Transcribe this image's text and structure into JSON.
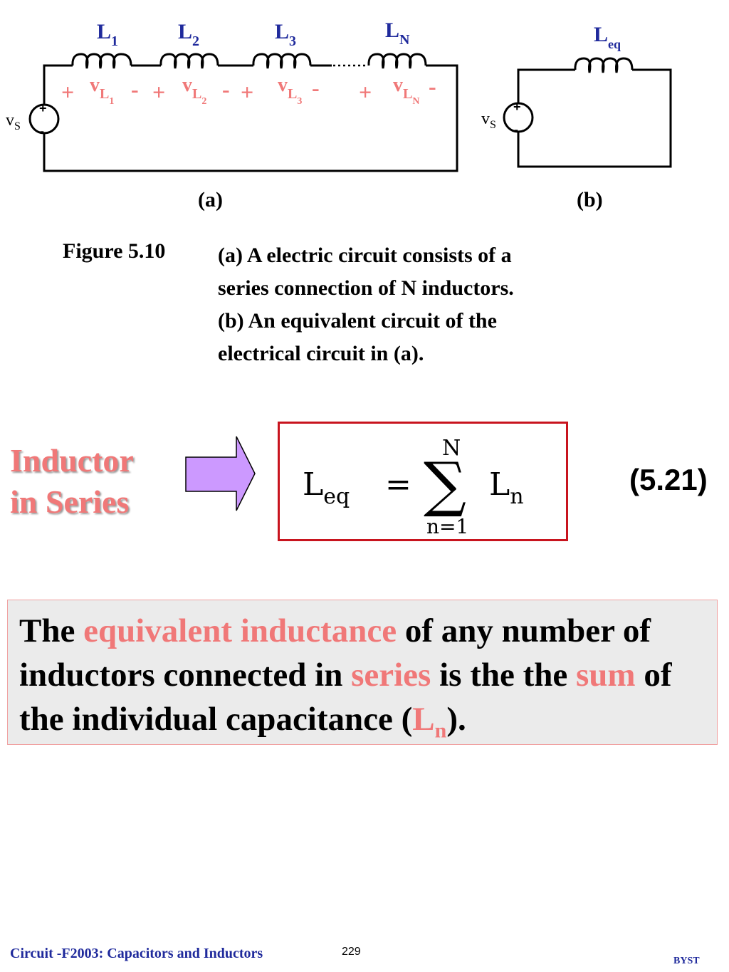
{
  "circuit_a": {
    "inductors": [
      {
        "name": "L",
        "sub": "1",
        "voltage": "v",
        "voltage_sub": "L",
        "voltage_subsub": "1"
      },
      {
        "name": "L",
        "sub": "2",
        "voltage": "v",
        "voltage_sub": "L",
        "voltage_subsub": "2"
      },
      {
        "name": "L",
        "sub": "3",
        "voltage": "v",
        "voltage_sub": "L",
        "voltage_subsub": "3"
      },
      {
        "name": "L",
        "sub": "N",
        "voltage": "v",
        "voltage_sub": "L",
        "voltage_subsub": "N"
      }
    ],
    "plus": "+",
    "minus": "-",
    "source": {
      "name": "v",
      "sub": "S"
    },
    "caption": "(a)"
  },
  "circuit_b": {
    "inductor": {
      "name": "L",
      "sub": "eq"
    },
    "source": {
      "name": "v",
      "sub": "S"
    },
    "caption": "(b)"
  },
  "figure": {
    "number": "Figure 5.10",
    "lines": [
      "(a) A electric circuit consists of a",
      "series connection of N inductors.",
      "(b) An equivalent circuit of the",
      "electrical circuit in (a)."
    ]
  },
  "side_title": {
    "line1": "Inductor",
    "line2": "in Series"
  },
  "equation": {
    "lhs": "L",
    "lhs_sub": "eq",
    "equals": "=",
    "upper": "N",
    "lower": "n=1",
    "term": "L",
    "term_sub": "n",
    "number": "(5.21)"
  },
  "statement": {
    "p1": "The ",
    "p2": "equivalent inductance",
    "p3": " of any number of inductors connected in ",
    "p4": "series",
    "p5": " is the the ",
    "p6": "sum",
    "p7": " of the individual capacitance (",
    "p8": "L",
    "p8_sub": "n",
    "p9": ")."
  },
  "footer": {
    "left": "Circuit -F2003: Capacitors and Inductors",
    "page": "229",
    "right": "BYST"
  },
  "colors": {
    "accent": "#f07878",
    "label_blue": "#1f2a9c",
    "box_red": "#c8141e",
    "arrow": "#cc99ff"
  }
}
